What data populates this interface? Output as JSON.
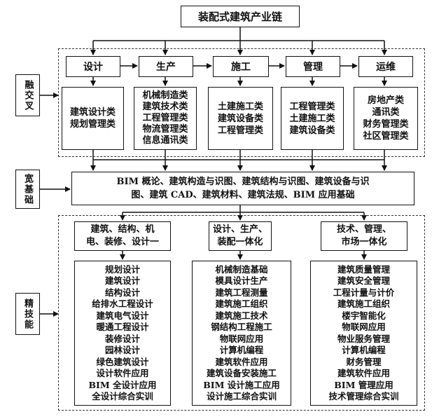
{
  "top": {
    "title": "装配式建筑产业链"
  },
  "side": {
    "cross": "融交叉",
    "broad": "宽基础",
    "fine": "精技能"
  },
  "stages": [
    "设计",
    "生产",
    "施工",
    "管理",
    "运维"
  ],
  "categories": [
    [
      "建筑设计类",
      "规划管理类"
    ],
    [
      "机械制造类",
      "建筑技术类",
      "工程管理类",
      "物流管理类",
      "信息通讯类"
    ],
    [
      "土建施工类",
      "建筑设备类",
      "工程管理类"
    ],
    [
      "工程管理类",
      "土建施工类",
      "建筑设备类"
    ],
    [
      "房地产类",
      "通讯类",
      "财务管理类",
      "社区管理类"
    ]
  ],
  "foundation": {
    "line1": "BIM 概论、建筑构造与识图、建筑结构与识图、建筑设备与识",
    "line2": "图、建筑 CAD、建筑材料、建筑法规、BIM 应用基础"
  },
  "integrations": [
    [
      "建筑、结构、机",
      "电、装修、设计一"
    ],
    [
      "设计、生产、",
      "装配一体化"
    ],
    [
      "技术、管理、",
      "市场一体化"
    ]
  ],
  "courses": [
    [
      "规划设计",
      "建筑设计",
      "结构设计",
      "给排水工程设计",
      "建筑电气设计",
      "暖通工程设计",
      "装修设计",
      "园林设计",
      "绿色建筑设计",
      "设计软件应用",
      "BIM 全设计应用",
      "全设计综合实训"
    ],
    [
      "机械制造基础",
      "模具设计生产",
      "建筑工程测量",
      "建筑施工组织",
      "建筑施工技术",
      "钢结构工程施工",
      "物联网应用",
      "计算机编程",
      "建筑软件应用",
      "建筑设备安装施工",
      "BIM 设计施工应用",
      "设计施工综合实训"
    ],
    [
      "建筑质量管理",
      "建筑安全管理",
      "工程计量与计价",
      "建筑施工组织",
      "楼宇智能化",
      "物联网应用",
      "物业服务管理",
      "计算机编程",
      "财务管理",
      "建筑软件应用",
      "BIM 管理应用",
      "技术管理综合实训"
    ]
  ]
}
